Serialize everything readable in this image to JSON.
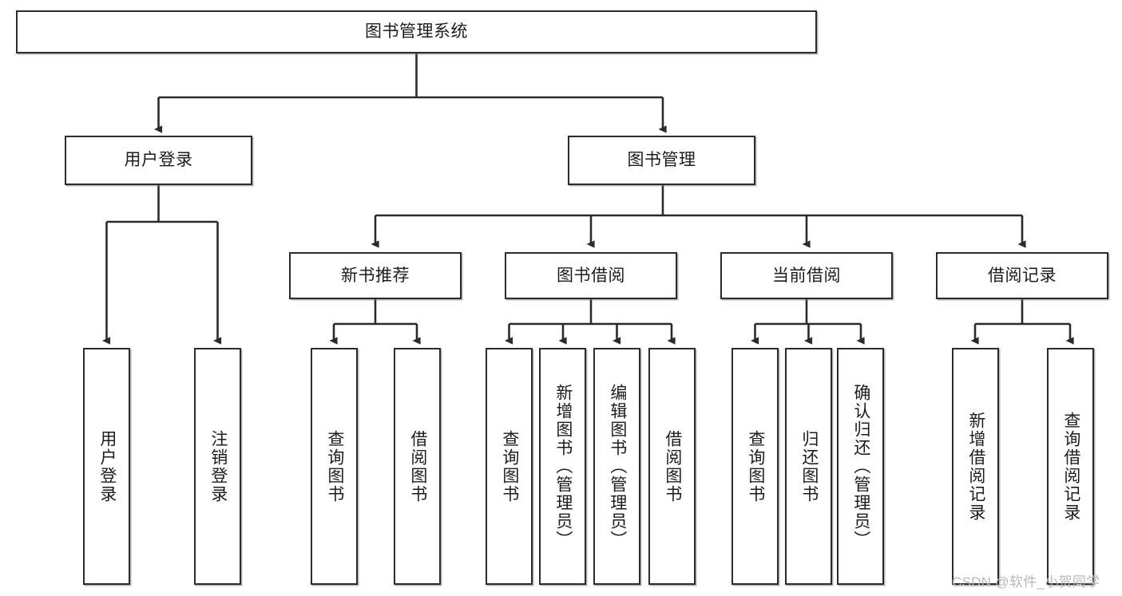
{
  "diagram": {
    "type": "tree-hierarchy",
    "orientation": "top-down",
    "root": {
      "id": "root",
      "label": "图书管理系统"
    },
    "levels": [
      {
        "level": 1,
        "nodes": [
          {
            "id": "root",
            "label": "图书管理系统",
            "parent": null
          }
        ]
      },
      {
        "level": 2,
        "nodes": [
          {
            "id": "user-login",
            "label": "用户登录",
            "parent": "root"
          },
          {
            "id": "book-mgmt",
            "label": "图书管理",
            "parent": "root"
          }
        ]
      },
      {
        "level": 3,
        "nodes": [
          {
            "id": "new-book-rec",
            "label": "新书推荐",
            "parent": "book-mgmt"
          },
          {
            "id": "book-borrow",
            "label": "图书借阅",
            "parent": "book-mgmt"
          },
          {
            "id": "current-borrow",
            "label": "当前借阅",
            "parent": "book-mgmt"
          },
          {
            "id": "borrow-record",
            "label": "借阅记录",
            "parent": "book-mgmt"
          }
        ]
      },
      {
        "level": 4,
        "nodes": [
          {
            "id": "leaf-user-login",
            "label": "用户登录",
            "parent": "user-login"
          },
          {
            "id": "leaf-logout",
            "label": "注销登录",
            "parent": "user-login"
          },
          {
            "id": "leaf-query-book-1",
            "label": "查询图书",
            "parent": "new-book-rec"
          },
          {
            "id": "leaf-borrow-book-1",
            "label": "借阅图书",
            "parent": "new-book-rec"
          },
          {
            "id": "leaf-query-book-2",
            "label": "查询图书",
            "parent": "book-borrow"
          },
          {
            "id": "leaf-add-book",
            "label": "新增图书（管理员）",
            "parent": "book-borrow"
          },
          {
            "id": "leaf-edit-book",
            "label": "编辑图书（管理员）",
            "parent": "book-borrow"
          },
          {
            "id": "leaf-borrow-book-2",
            "label": "借阅图书",
            "parent": "book-borrow"
          },
          {
            "id": "leaf-query-book-3",
            "label": "查询图书",
            "parent": "current-borrow"
          },
          {
            "id": "leaf-return-book",
            "label": "归还图书",
            "parent": "current-borrow"
          },
          {
            "id": "leaf-confirm-return",
            "label": "确认归还（管理员）",
            "parent": "current-borrow"
          },
          {
            "id": "leaf-add-record",
            "label": "新增借阅记录",
            "parent": "borrow-record"
          },
          {
            "id": "leaf-query-record",
            "label": "查询借阅记录",
            "parent": "borrow-record"
          }
        ]
      }
    ]
  },
  "watermark": {
    "text": "CSDN @软件_小贺同学"
  },
  "colors": {
    "box_border": "#2b2b2b",
    "box_fill": "#ffffff",
    "connector": "#2b2b2b",
    "text": "#1c1c1c",
    "watermark": "#b9b9b9",
    "background": "#ffffff"
  }
}
